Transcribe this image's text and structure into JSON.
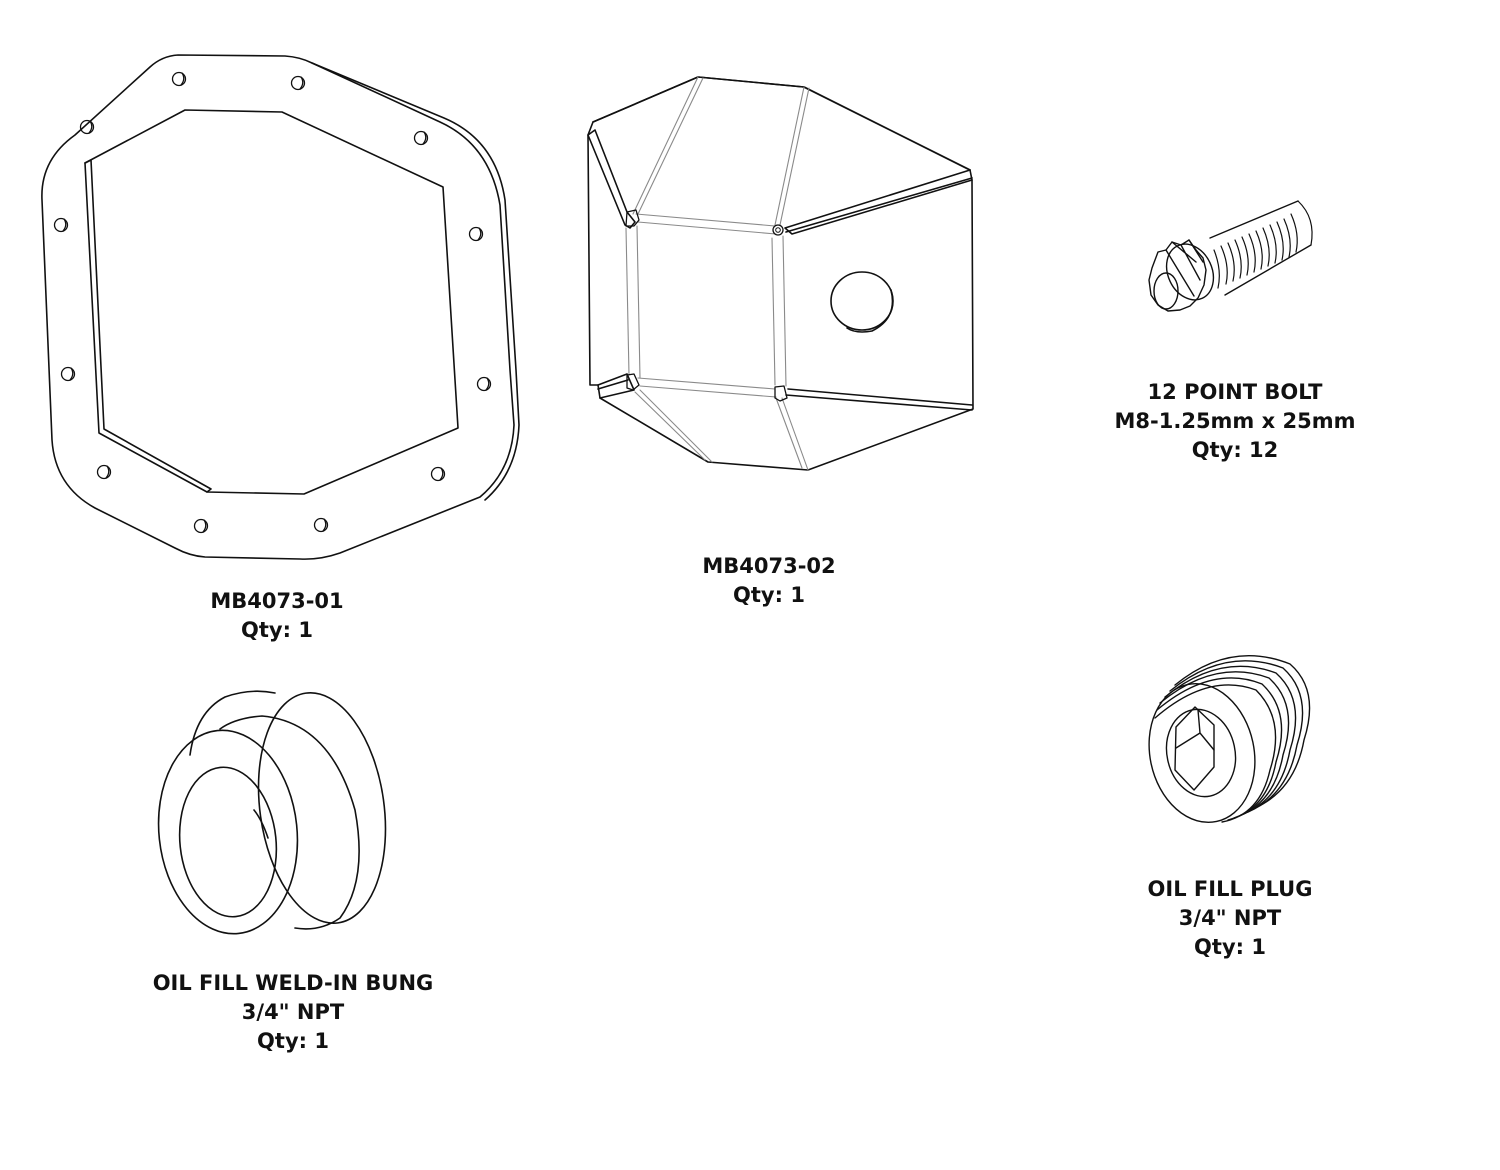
{
  "parts": [
    {
      "id": "cover",
      "lines": [
        "MB4073-01",
        "Qty: 1"
      ]
    },
    {
      "id": "skid",
      "lines": [
        "MB4073-02",
        "Qty: 1"
      ]
    },
    {
      "id": "bolt",
      "lines": [
        "12 POINT BOLT",
        "M8-1.25mm x 25mm",
        "Qty: 12"
      ]
    },
    {
      "id": "bung",
      "lines": [
        "OIL FILL WELD-IN BUNG",
        "3/4\" NPT",
        "Qty: 1"
      ]
    },
    {
      "id": "plug",
      "lines": [
        "OIL FILL PLUG",
        "3/4\" NPT",
        "Qty: 1"
      ]
    }
  ],
  "colors": {
    "line": "#111111",
    "light_line": "#9a9a9a",
    "background": "#ffffff"
  }
}
